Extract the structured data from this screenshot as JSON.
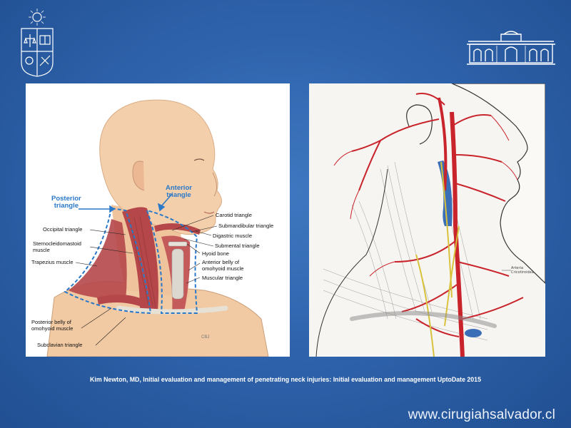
{
  "slide": {
    "citation": "Kim Newton, MD, Initial evaluation and management of penetrating neck injuries: Initial evaluation and management UptoDate 2015",
    "website": "www.cirugiahsalvador.cl"
  },
  "left_figure": {
    "region_labels": {
      "posterior_line1": "Posterior",
      "posterior_line2": "triangle",
      "anterior_line1": "Anterior",
      "anterior_line2": "triangle"
    },
    "labels": {
      "occipital_triangle": "Occipital triangle",
      "scm_line1": "Sternocleidomastoid",
      "scm_line2": "muscle",
      "trapezius_muscle": "Trapezius muscle",
      "posterior_belly_line1": "Posterior belly of",
      "posterior_belly_line2": "omohyoid muscle",
      "subclavian_triangle": "Subclavian triangle",
      "carotid_triangle": "Carotid triangle",
      "submandibular_triangle": "Submandibular triangle",
      "digastric_muscle": "Digastric muscle",
      "submental_triangle": "Submental triangle",
      "hyoid_bone": "Hyoid bone",
      "anterior_belly_line1": "Anterior belly of",
      "anterior_belly_line2": "omohyoid muscle",
      "muscular_triangle": "Muscular triangle"
    },
    "signature": "CBJ"
  },
  "right_figure": {
    "annotation_line1": "Arteria",
    "annotation_line2": "Cricotiroidea"
  },
  "colors": {
    "background": "#2f64ad",
    "triangle_outline": "#2a79c9",
    "muscle": "#b5474a",
    "skin": "#f1c9a3",
    "artery": "#c9242b",
    "vein": "#3a6fb8"
  }
}
